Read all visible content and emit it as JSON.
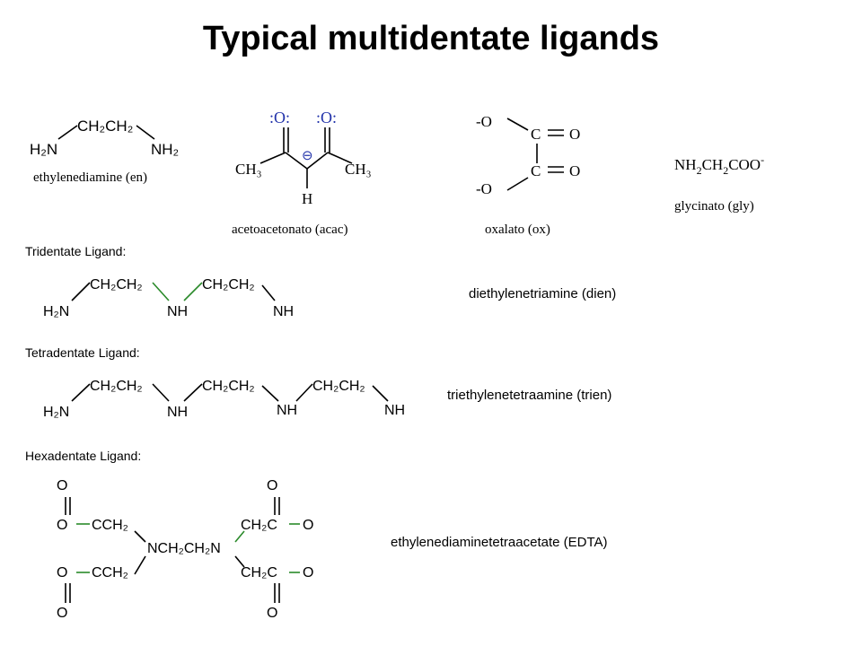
{
  "title": "Typical multidentate ligands",
  "ligands": {
    "en": {
      "name": "ethylenediamine (en)",
      "chain": "CH₂CH₂",
      "left": "H₂N",
      "right": "NH₂"
    },
    "acac": {
      "name": "acetoacetonato (acac)",
      "o1": ":O:",
      "o2": ":O:",
      "left_ch3": "CH₃",
      "right_ch3": "CH₃",
      "h": "H",
      "charge": "⊖"
    },
    "ox": {
      "name": "oxalato (ox)",
      "o_top": "-O",
      "o_bottom": "-O",
      "c": "C",
      "o": "O"
    },
    "gly": {
      "name": "glycinato (gly)",
      "formula_main": "NH",
      "f_sub1": "2",
      "f_mid": "CH",
      "f_sub2": "2",
      "f_end": "COO",
      "f_sup": "-"
    },
    "dien": {
      "section": "Tridentate Ligand:",
      "name": "diethylenetriamine (dien)",
      "chain": "CH₂CH₂",
      "left": "H₂N",
      "nh": "NH"
    },
    "trien": {
      "section": "Tetradentate Ligand:",
      "name": "triethylenetetraamine (trien)",
      "chain": "CH₂CH₂",
      "left": "H₂N",
      "nh": "NH"
    },
    "edta": {
      "section": "Hexadentate Ligand:",
      "name": "ethylenediaminetetraacetate (EDTA)",
      "core": "NCH₂CH₂N",
      "cch2": "CCH₂",
      "ch2c": "CH₂C",
      "o": "O"
    }
  }
}
